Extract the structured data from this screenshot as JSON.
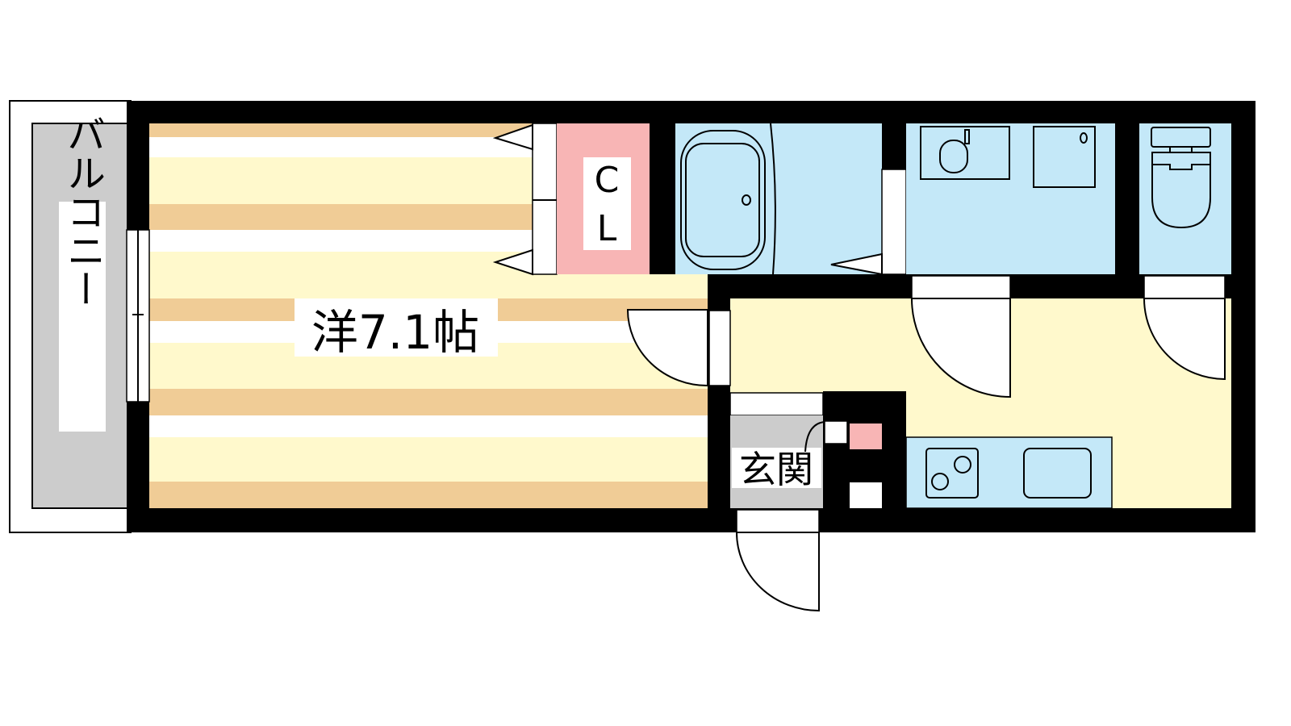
{
  "plan": {
    "balcony_label": "バルコニー",
    "western_room_label": "洋7.1帖",
    "closet_label_top": "C",
    "closet_label_bottom": "L",
    "entrance_label": "玄関"
  },
  "colors": {
    "wall": "#000000",
    "floor_wood_tan": "#f0cc96",
    "floor_light": "#fff9cc",
    "wet_area_blue": "#c4e8f8",
    "closet_pink": "#f8b5b5",
    "balcony_grey": "#cccccc"
  }
}
